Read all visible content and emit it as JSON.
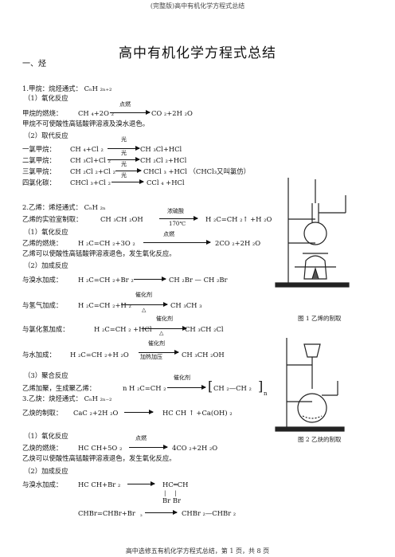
{
  "header": "(完整版)高中有机化学方程式总结",
  "title": "高中有机化学方程式总结",
  "section1": "一、烃",
  "methane": {
    "heading": "1.甲烷：烷烃通式：   CₙH ₂ₙ₊₂",
    "oxidation": "（1）氧化反应",
    "combustion_label": "甲烷的燃烧：",
    "combustion_reactants": "CH ₄+2O ₂",
    "combustion_condition": "点燃",
    "combustion_products": "CO ₂+2H ₂O",
    "note": "甲烷不可使酸性高锰酸钾溶液及溴水退色。",
    "substitution": "（2）取代反应",
    "rows": [
      {
        "label": "一氯甲烷：",
        "reactants": "CH ₄+Cl ₂",
        "top": "光",
        "products": "CH ₃Cl+HCl"
      },
      {
        "label": "二氯甲烷：",
        "reactants": "CH ₃Cl+Cl ₂",
        "top": "光",
        "products": "CH ₂Cl ₂+HCl"
      },
      {
        "label": "三氯甲烷：",
        "reactants": "CH ₂Cl ₂+Cl ₂",
        "top": "光",
        "products": "CHCl ₃ +HCl （CHCl₃又叫氯仿）"
      },
      {
        "label": "四氯化碳：",
        "reactants": "CHCl ₃+Cl ₂",
        "top": "光",
        "products": "CCl ₄ +HCl"
      }
    ]
  },
  "ethylene": {
    "heading": "2.乙烯：烯烃通式：   CₙH ₂ₙ",
    "prep_label": "乙烯的实验室制取：",
    "prep_reactants": "CH ₃CH ₂OH",
    "prep_top": "浓硫酸",
    "prep_bottom": "170℃",
    "prep_products": "H ₂C=CH ₂↑ +H ₂O",
    "oxidation": "（1）氧化反应",
    "combustion_label": "乙烯的燃烧：",
    "combustion_reactants": "H ₂C=CH ₂+3O ₂",
    "combustion_condition": "点燃",
    "combustion_products": "2CO ₂+2H ₂O",
    "note": "乙烯可以使酸性高锰酸钾溶液退色，发生氧化反应。",
    "addition": "（2）加成反应",
    "br_label": "与溴水加成：",
    "br_reactants": "H ₂C=CH ₂+Br ₂",
    "br_products": "CH ₂Br — CH ₂Br",
    "h2_label": "与氢气加成：",
    "h2_reactants": "H ₂C=CH ₂+H ₂",
    "h2_top": "催化剂",
    "h2_bottom": "△",
    "h2_products": "CH ₃CH ₃",
    "hcl_label": "与氯化氢加成：",
    "hcl_reactants": "H ₂C=CH ₂ +HCl",
    "hcl_top": "催化剂",
    "hcl_bottom": "△",
    "hcl_products": "CH ₃CH ₂Cl",
    "h2o_label": "与水加成：",
    "h2o_reactants": "H ₂C=CH ₂+H ₂O",
    "h2o_top": "催化剂",
    "h2o_bottom": "加热加压",
    "h2o_products": "CH ₃CH ₂OH",
    "polymer_heading": "（3）聚合反应",
    "polymer_label": "乙烯加聚，生成聚乙烯：",
    "polymer_reactants": "n H ₂C=CH ₂",
    "polymer_top": "催化剂",
    "polymer_products": "CH ₂—CH ₂",
    "polymer_n": "n"
  },
  "acetylene": {
    "heading": "3.乙炔：炔烃通式：   CₙH ₂ₙ₋₂",
    "prep_label": "乙炔的制取：",
    "prep_reactants": "CaC ₂+2H ₂O",
    "prep_products": "HC    CH  ↑ +Ca(OH) ₂",
    "oxidation": "（1）氧化反应",
    "combustion_label": "乙炔的燃烧：",
    "combustion_reactants": "HC     CH+5O ₂",
    "combustion_condition": "点燃",
    "combustion_products": "4CO ₂+2H ₂O",
    "note": "乙炔可以使酸性高锰酸钾溶液退色，发生氧化反应。",
    "addition": "（2）加成反应",
    "br_label": "与溴水加成：",
    "br_reactants": "HC     CH+Br ₂",
    "br_products": "HC═CH",
    "br_sub": "Br  Br",
    "br2_reactants": "CHBr=CHBr+Br",
    "br2_mid": "₂",
    "br2_products": "CHBr ₂—CHBr ₂"
  },
  "captions": {
    "fig1": "图 1 乙烯的制取",
    "fig2": "图 2 乙炔的制取"
  },
  "footer": "高中选修五有机化学方程式总结，第  1 页，共 8 页"
}
